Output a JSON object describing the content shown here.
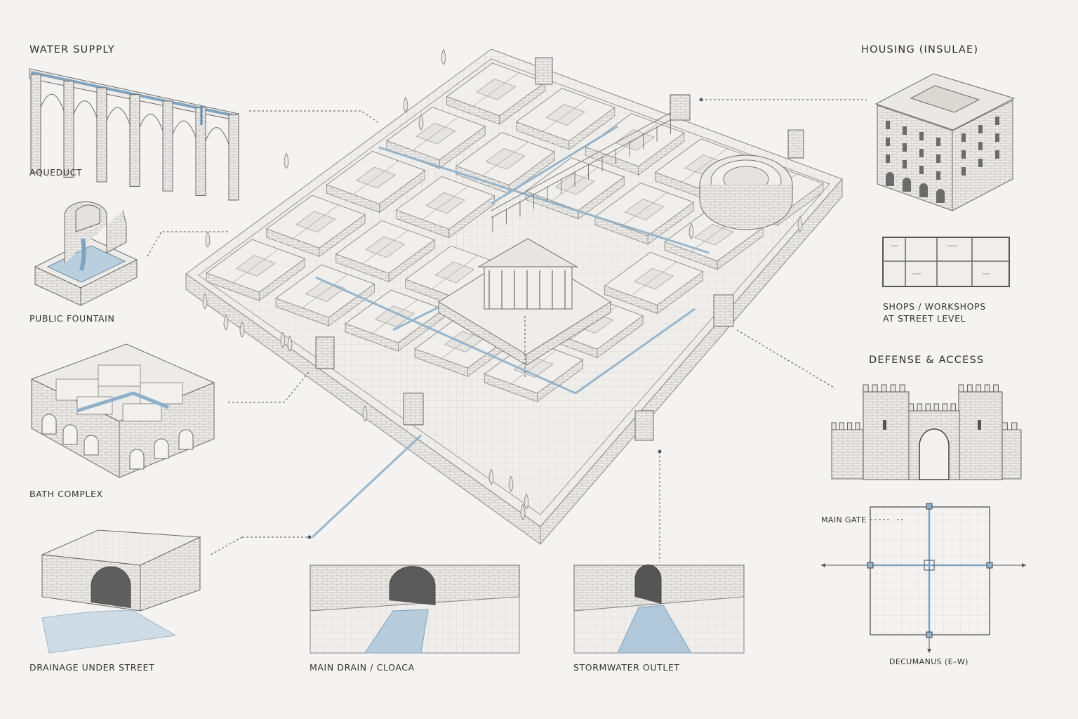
{
  "labels": {
    "water_supply": "WATER SUPPLY",
    "aqueduct": "AQUEDUCT",
    "public_fountain": "PUBLIC FOUNTAIN",
    "bath_complex": "BATH COMPLEX",
    "drainage_under_street": "DRAINAGE UNDER STREET",
    "main_drain": "MAIN DRAIN / CLOACA",
    "stormwater_outlet": "STORMWATER OUTLET",
    "housing": "HOUSING (INSULAE)",
    "shops_line1": "SHOPS / WORKSHOPS",
    "shops_line2": "AT STREET LEVEL",
    "defense": "DEFENSE & ACCESS",
    "main_gate": "MAIN GATE",
    "decumanus": "DECUMANUS (E–W)"
  },
  "colors": {
    "ink": "#6f6f6f",
    "ink_dark": "#4a4a4a",
    "water": "#8fb0c8",
    "water_dark": "#5f87a8",
    "paper": "#f4f3f1"
  }
}
